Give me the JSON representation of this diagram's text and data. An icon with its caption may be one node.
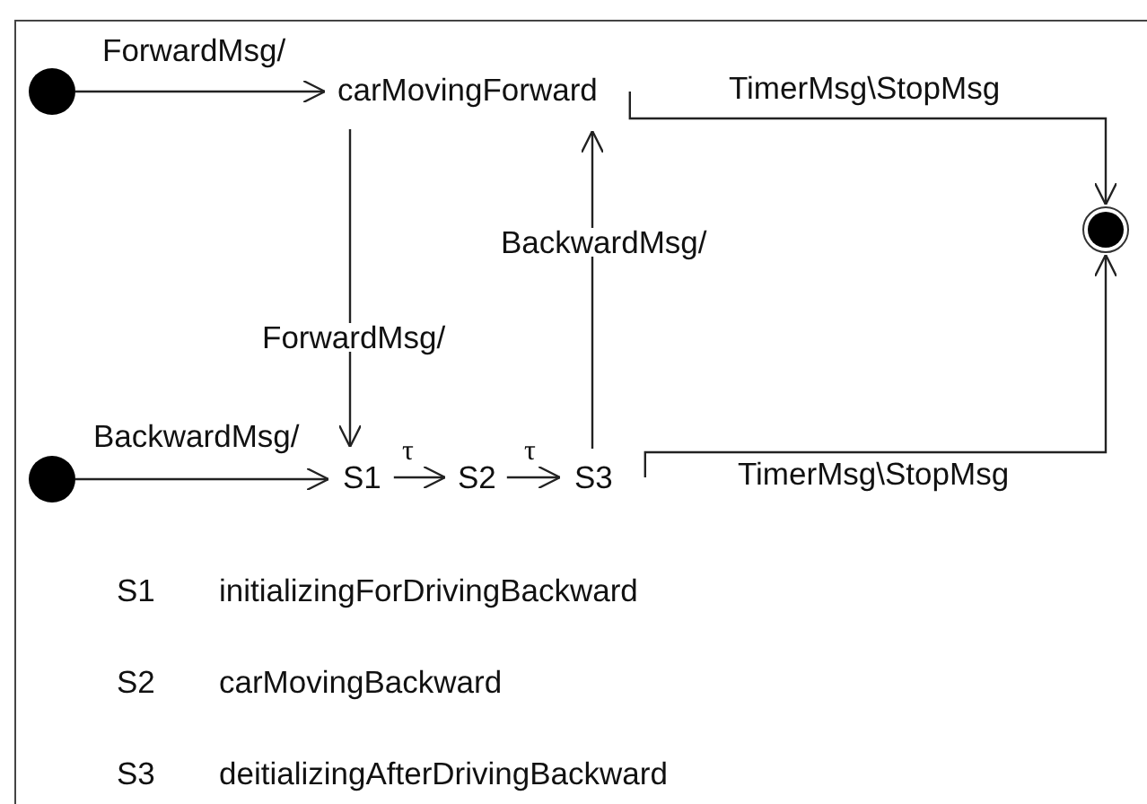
{
  "diagram": {
    "nodes": [
      {
        "text": [],
        "shape": "circle"
      },
      {
        "text": [
          "carMovingForward"
        ]
      },
      {
        "text": [],
        "shape": "circle"
      },
      {
        "text": [],
        "shape": "circle"
      },
      {
        "text": [
          "S1"
        ]
      },
      {
        "text": [
          "S2"
        ]
      },
      {
        "text": [
          "S3"
        ]
      }
    ],
    "edges": [
      {
        "from": 0,
        "to": 1,
        "arrow": "to",
        "label": "ForwardMsg/"
      },
      {
        "from": 1,
        "to": 4,
        "arrow": "to",
        "label": "ForwardMsg/"
      },
      {
        "from": 6,
        "to": 1,
        "arrow": "to",
        "label": "BackwardMsg/"
      },
      {
        "from": 1,
        "to": 2,
        "arrow": "to",
        "label": "TimerMsg\\StopMsg"
      },
      {
        "from": 6,
        "to": 2,
        "arrow": "to",
        "label": "TimerMsg\\StopMsg"
      },
      {
        "from": 3,
        "to": 4,
        "arrow": "to",
        "label": "BackwardMsg/"
      },
      {
        "from": 4,
        "to": 5,
        "arrow": "to",
        "label": "τ"
      },
      {
        "from": 5,
        "to": 6,
        "arrow": "to",
        "label": "τ"
      }
    ],
    "labels": [
      "S1",
      "initializingForDrivingBackward",
      "S2",
      "carMovingBackward",
      "S3",
      "deitializingAfterDrivingBackward"
    ]
  }
}
